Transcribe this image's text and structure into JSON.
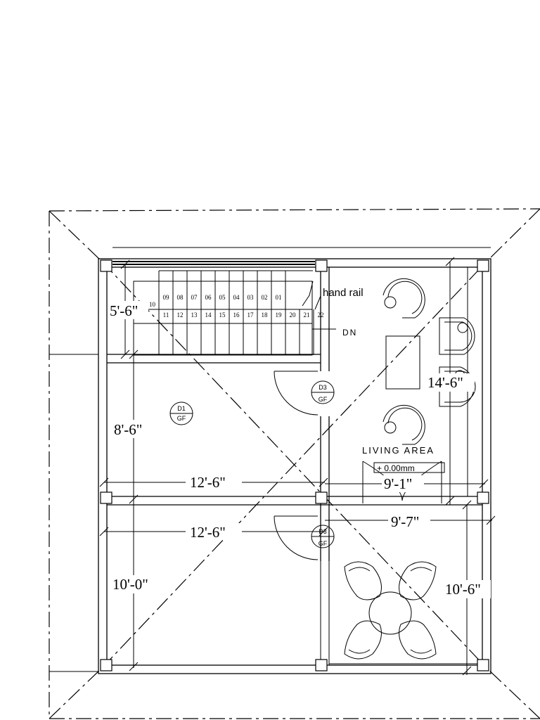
{
  "labels": {
    "hand_rail": "hand rail",
    "dn": "DN",
    "living_area": "LIVING AREA",
    "level": "+ 0.00mm"
  },
  "dimensions": {
    "stair_width": "5'-6\"",
    "room1_height": "8'-6\"",
    "room1_width": "12'-6\"",
    "living_width": "9'-1\"",
    "living_depth": "14'-6\"",
    "room2_width": "12'-6\"",
    "dining_width": "9'-7\"",
    "room2_height": "10'-0\"",
    "dining_depth": "10'-6\""
  },
  "door_tags": [
    {
      "code": "D1",
      "floor": "GF"
    },
    {
      "code": "D3",
      "floor": "GF"
    },
    {
      "code": "D3",
      "floor": "GF"
    }
  ],
  "stair_steps": {
    "upper_row": [
      "09",
      "08",
      "07",
      "06",
      "05",
      "04",
      "03",
      "02",
      "01"
    ],
    "landing": "10",
    "lower_row": [
      "11",
      "12",
      "13",
      "14",
      "15",
      "16",
      "17",
      "18",
      "19",
      "20",
      "21",
      "22"
    ]
  }
}
